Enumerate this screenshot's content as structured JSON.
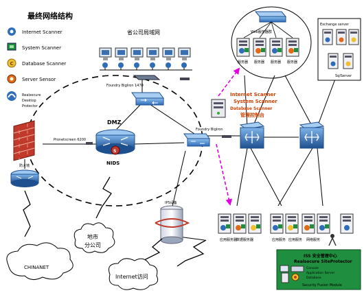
{
  "title": "最终网络结构",
  "legend": [
    {
      "label": "Internet Scanner",
      "icon": "internet-scanner-icon"
    },
    {
      "label": "System Scanner",
      "icon": "system-scanner-icon"
    },
    {
      "label": "Database Scanner",
      "icon": "database-scanner-icon"
    },
    {
      "label": "Server Sensor",
      "icon": "server-sensor-icon"
    },
    {
      "label": "Realsecure",
      "icon": "desktop-protector-icon"
    },
    {
      "label": "Desktop"
    },
    {
      "label": "Protector"
    }
  ],
  "labels": {
    "hq_intranet": "省公司局域网",
    "top_switch": "Foundry BigIron 1470",
    "firewall_link": "Pronetscreen 6200",
    "dmz": "DMZ",
    "nids": "NIDS",
    "firewall": "防火墙",
    "mid_switch": "Foundry BigIron",
    "scanner_line1": "Internet Scanner",
    "scanner_line2": "System Scanner",
    "scanner_line3": "Database Scanner",
    "scanner_line4": "管理控制台",
    "web_cluster": "Web服务器群",
    "exchange_server": "Exchange server",
    "sql_server": "SqlServer",
    "web_captions": [
      "服务器",
      "服务器",
      "服务器",
      "服务器"
    ],
    "server_bank_captions": [
      "应用服务器",
      "数据服务器",
      "应用服务",
      "应用服务",
      "网络服务"
    ],
    "ips_device": "IPS设备",
    "branch_office": [
      "地市",
      "分公司"
    ],
    "chinanet": "CHINANET",
    "internet_access": "Internet访问",
    "mgmt_title": "ISS 安全管理中心",
    "mgmt_subtitle": "Realsecure SiteProtector",
    "mgmt_rows": [
      "Console",
      "Application Server",
      "Database"
    ],
    "mgmt_footer": "Security Fusion Module"
  },
  "colors": {
    "switch_blue": "#4a86c8",
    "switch_dark": "#1e4f8f",
    "firewall_red": "#c0392b",
    "magenta_arrow": "#e000e0",
    "mgmt_green": "#1f8f3f",
    "scanner_text": "#d04000"
  }
}
